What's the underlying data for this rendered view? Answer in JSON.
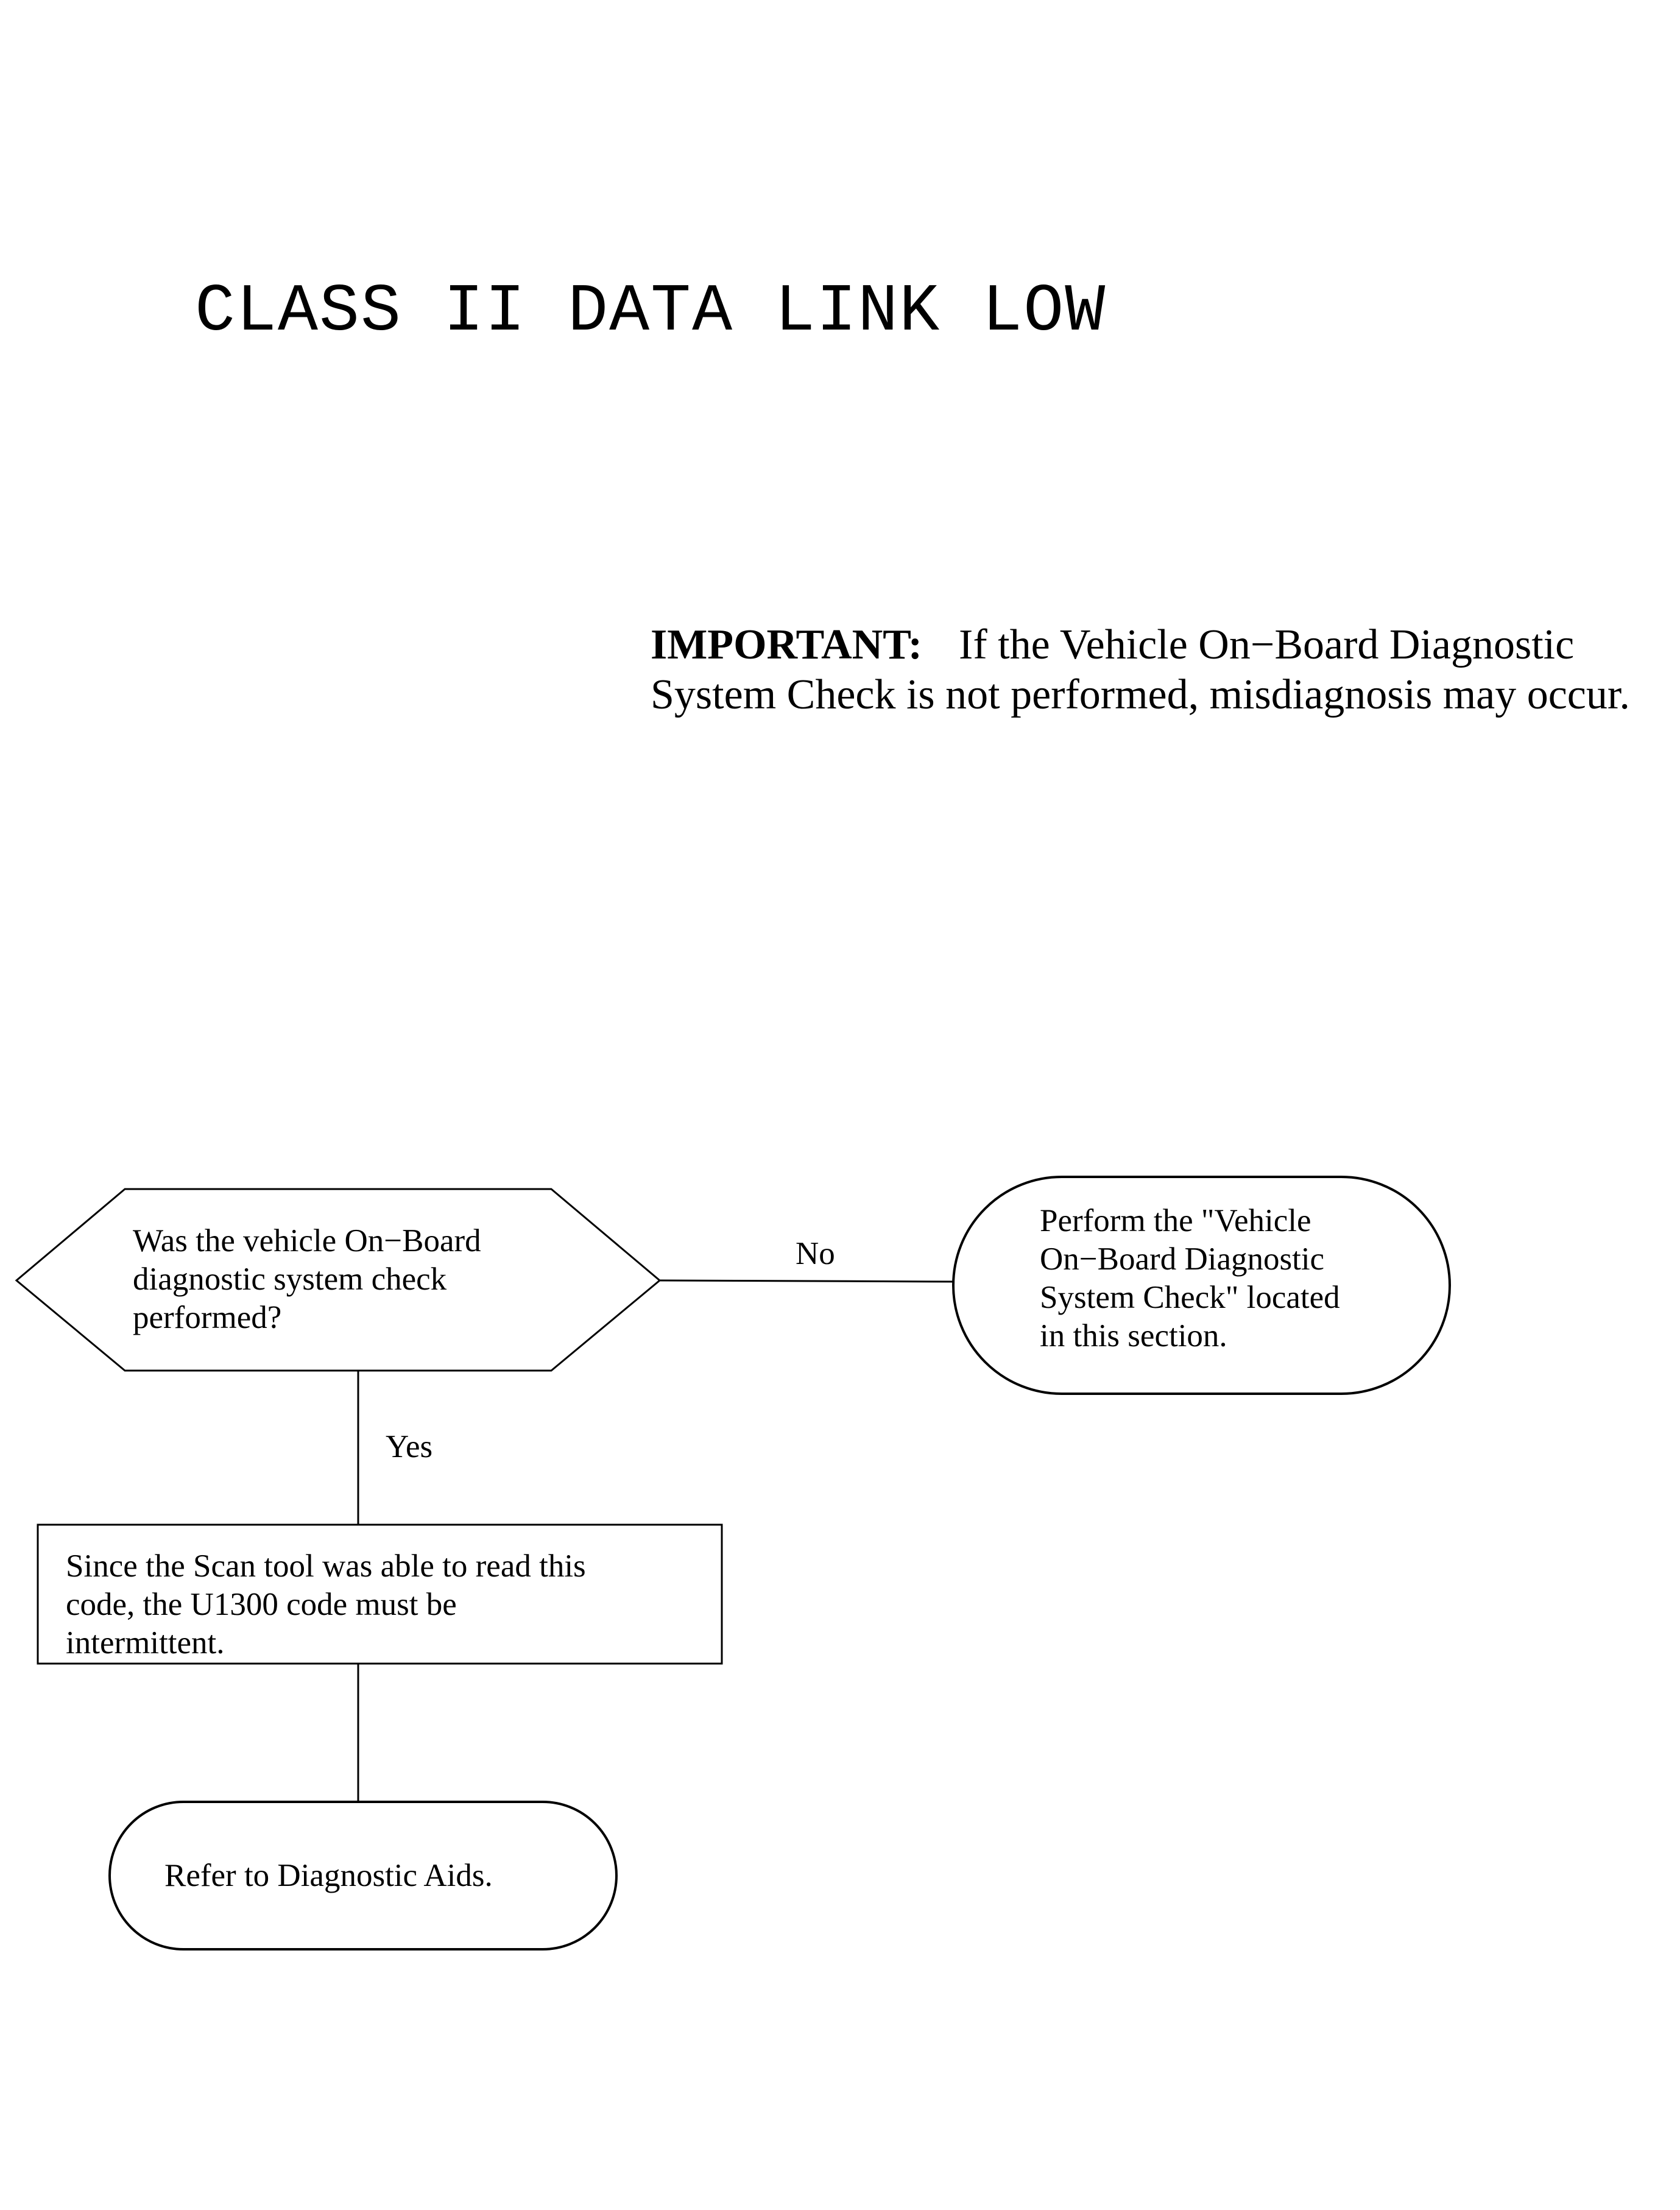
{
  "title": "CLASS II DATA LINK LOW",
  "important": {
    "label": "IMPORTANT:",
    "line1": "If the Vehicle On−Board Diagnostic",
    "line2": "System Check is not performed, misdiagnosis may occur."
  },
  "flowchart": {
    "decision": {
      "lines": [
        "Was the vehicle On−Board",
        "diagnostic system check",
        "performed?"
      ]
    },
    "no_label": "No",
    "no_action": {
      "lines": [
        "Perform the \"Vehicle",
        "On−Board  Diagnostic",
        "System Check\" located",
        "in this section."
      ]
    },
    "yes_label": "Yes",
    "yes_action": {
      "lines": [
        "Since the Scan tool was able to read this",
        "code,  the U1300 code must be",
        "intermittent."
      ]
    },
    "end": {
      "text": "Refer to Diagnostic Aids."
    }
  }
}
